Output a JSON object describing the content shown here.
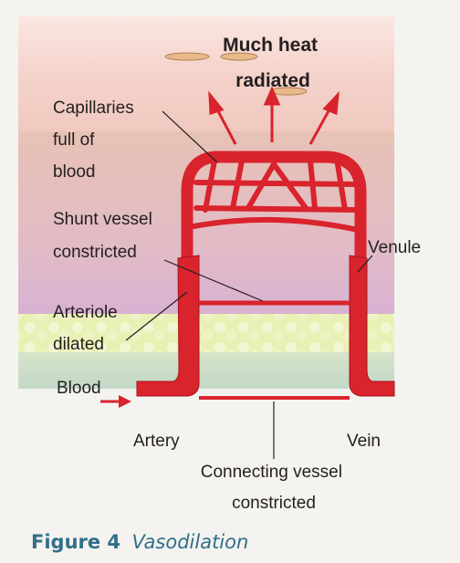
{
  "diagram": {
    "heat_label": [
      "Much heat",
      "radiated"
    ],
    "labels": {
      "capillaries": [
        "Capillaries",
        "full of",
        "blood"
      ],
      "shunt": [
        "Shunt vessel",
        "constricted"
      ],
      "venule": [
        "Venule"
      ],
      "arteriole": [
        "Arteriole",
        "dilated"
      ],
      "blood": [
        "Blood"
      ],
      "artery": [
        "Artery"
      ],
      "vein": [
        "Vein"
      ],
      "connecting": [
        "Connecting vessel",
        "constricted"
      ]
    },
    "colors": {
      "vessel": "#d9232d",
      "vessel_dark": "#a8141b",
      "skin_top": "#f8ddd6",
      "skin_mid": "#e9c1b2",
      "dermis": "#dfb6cf",
      "fat": "#e6efb0",
      "tissue": "#cfe0c4"
    }
  },
  "caption": {
    "number": "Figure 4",
    "title": "Vasodilation"
  }
}
